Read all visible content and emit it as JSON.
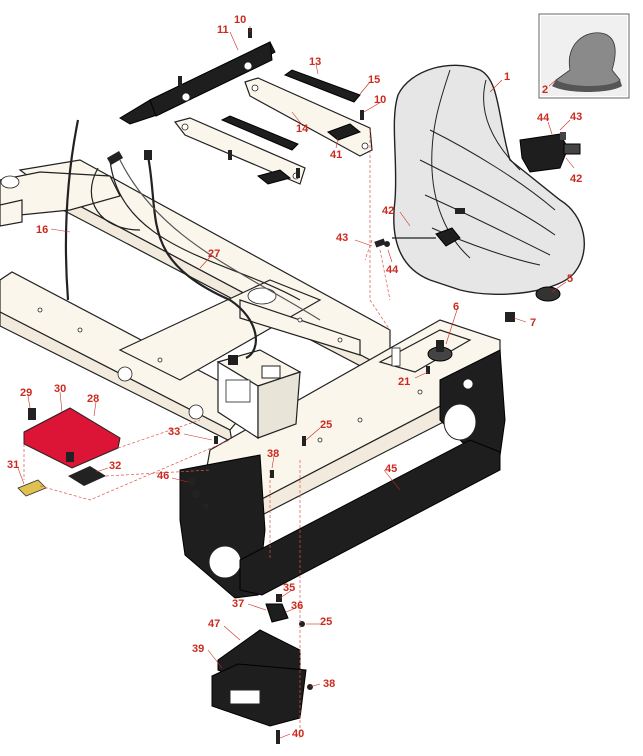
{
  "diagram": {
    "title": "Frame, seat and battery exploded parts view",
    "callouts": [
      {
        "id": "c1",
        "label": "1"
      },
      {
        "id": "c2",
        "label": "2"
      },
      {
        "id": "c5",
        "label": "5"
      },
      {
        "id": "c6",
        "label": "6"
      },
      {
        "id": "c7",
        "label": "7"
      },
      {
        "id": "c10a",
        "label": "10"
      },
      {
        "id": "c10b",
        "label": "10"
      },
      {
        "id": "c11",
        "label": "11"
      },
      {
        "id": "c13",
        "label": "13"
      },
      {
        "id": "c14",
        "label": "14"
      },
      {
        "id": "c15",
        "label": "15"
      },
      {
        "id": "c16",
        "label": "16"
      },
      {
        "id": "c21",
        "label": "21"
      },
      {
        "id": "c25a",
        "label": "25"
      },
      {
        "id": "c25b",
        "label": "25"
      },
      {
        "id": "c27",
        "label": "27"
      },
      {
        "id": "c28",
        "label": "28"
      },
      {
        "id": "c29",
        "label": "29"
      },
      {
        "id": "c30",
        "label": "30"
      },
      {
        "id": "c31",
        "label": "31"
      },
      {
        "id": "c32",
        "label": "32"
      },
      {
        "id": "c33",
        "label": "33"
      },
      {
        "id": "c35",
        "label": "35"
      },
      {
        "id": "c36",
        "label": "36"
      },
      {
        "id": "c37",
        "label": "37"
      },
      {
        "id": "c38a",
        "label": "38"
      },
      {
        "id": "c38b",
        "label": "38"
      },
      {
        "id": "c39",
        "label": "39"
      },
      {
        "id": "c40",
        "label": "40"
      },
      {
        "id": "c41",
        "label": "41"
      },
      {
        "id": "c42a",
        "label": "42"
      },
      {
        "id": "c42b",
        "label": "42"
      },
      {
        "id": "c43a",
        "label": "43"
      },
      {
        "id": "c43b",
        "label": "43"
      },
      {
        "id": "c44a",
        "label": "44"
      },
      {
        "id": "c44b",
        "label": "44"
      },
      {
        "id": "c45",
        "label": "45"
      },
      {
        "id": "c46",
        "label": "46"
      },
      {
        "id": "c47",
        "label": "47"
      }
    ]
  }
}
